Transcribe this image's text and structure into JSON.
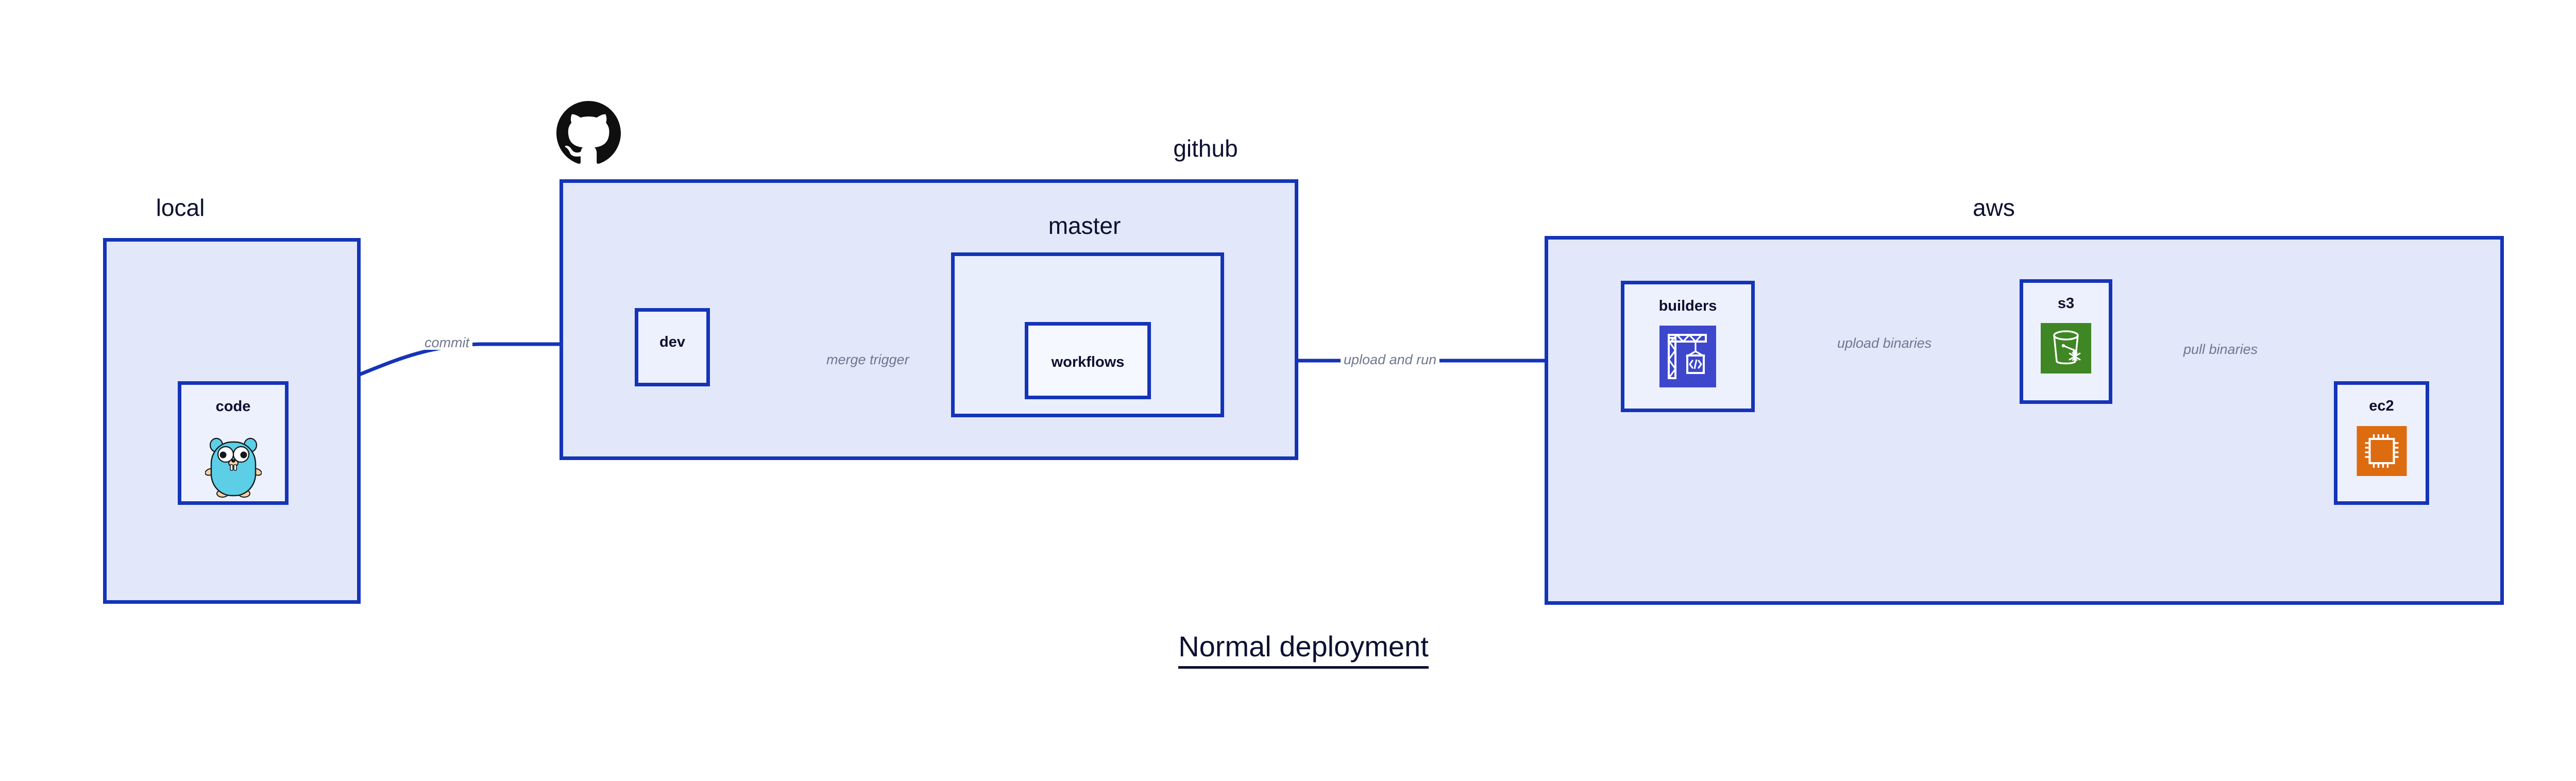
{
  "title": "Normal deployment",
  "colors": {
    "border": "#1434b8",
    "group_fill": "#e2e7fa",
    "sub_fill": "#e8eefc",
    "node_fill": "#edf1fd",
    "node_fill_pale": "#f5f8ff",
    "text": "#0d1030",
    "edge_label": "#6f7790",
    "page_background": "#ffffff",
    "codebuild_blue": "#3c47cc",
    "s3_green": "#3f8624",
    "ec2_orange": "#dd6b10",
    "gopher_cyan": "#5ccfe6",
    "gopher_tan": "#f6d2a2",
    "github_black": "#100f0f"
  },
  "groups": [
    {
      "id": "local",
      "label": "local"
    },
    {
      "id": "github",
      "label": "github"
    },
    {
      "id": "aws",
      "label": "aws"
    }
  ],
  "subgroups": [
    {
      "id": "master",
      "label": "master",
      "parent": "github"
    }
  ],
  "nodes": [
    {
      "id": "code",
      "label": "code",
      "parent": "local",
      "icon": "go-gopher-icon"
    },
    {
      "id": "dev",
      "label": "dev",
      "parent": "github",
      "icon": null
    },
    {
      "id": "workflows",
      "label": "workflows",
      "parent": "master",
      "icon": null
    },
    {
      "id": "builders",
      "label": "builders",
      "parent": "aws",
      "icon": "aws-codebuild-icon"
    },
    {
      "id": "s3",
      "label": "s3",
      "parent": "aws",
      "icon": "aws-s3-icon"
    },
    {
      "id": "ec2",
      "label": "ec2",
      "parent": "aws",
      "icon": "aws-ec2-icon"
    }
  ],
  "edges": [
    {
      "id": "commit",
      "label": "commit",
      "from": "code",
      "to": "dev"
    },
    {
      "id": "merge-trigger",
      "label": "merge trigger",
      "from": "dev",
      "to": "workflows"
    },
    {
      "id": "upload-and-run",
      "label": "upload and run",
      "from": "workflows",
      "to": "builders"
    },
    {
      "id": "upload-binaries",
      "label": "upload binaries",
      "from": "builders",
      "to": "s3"
    },
    {
      "id": "pull-binaries",
      "label": "pull binaries",
      "from": "s3",
      "to": "ec2"
    }
  ],
  "logos": [
    {
      "id": "github-logo",
      "name": "github-octocat-icon",
      "owner": "github"
    }
  ]
}
